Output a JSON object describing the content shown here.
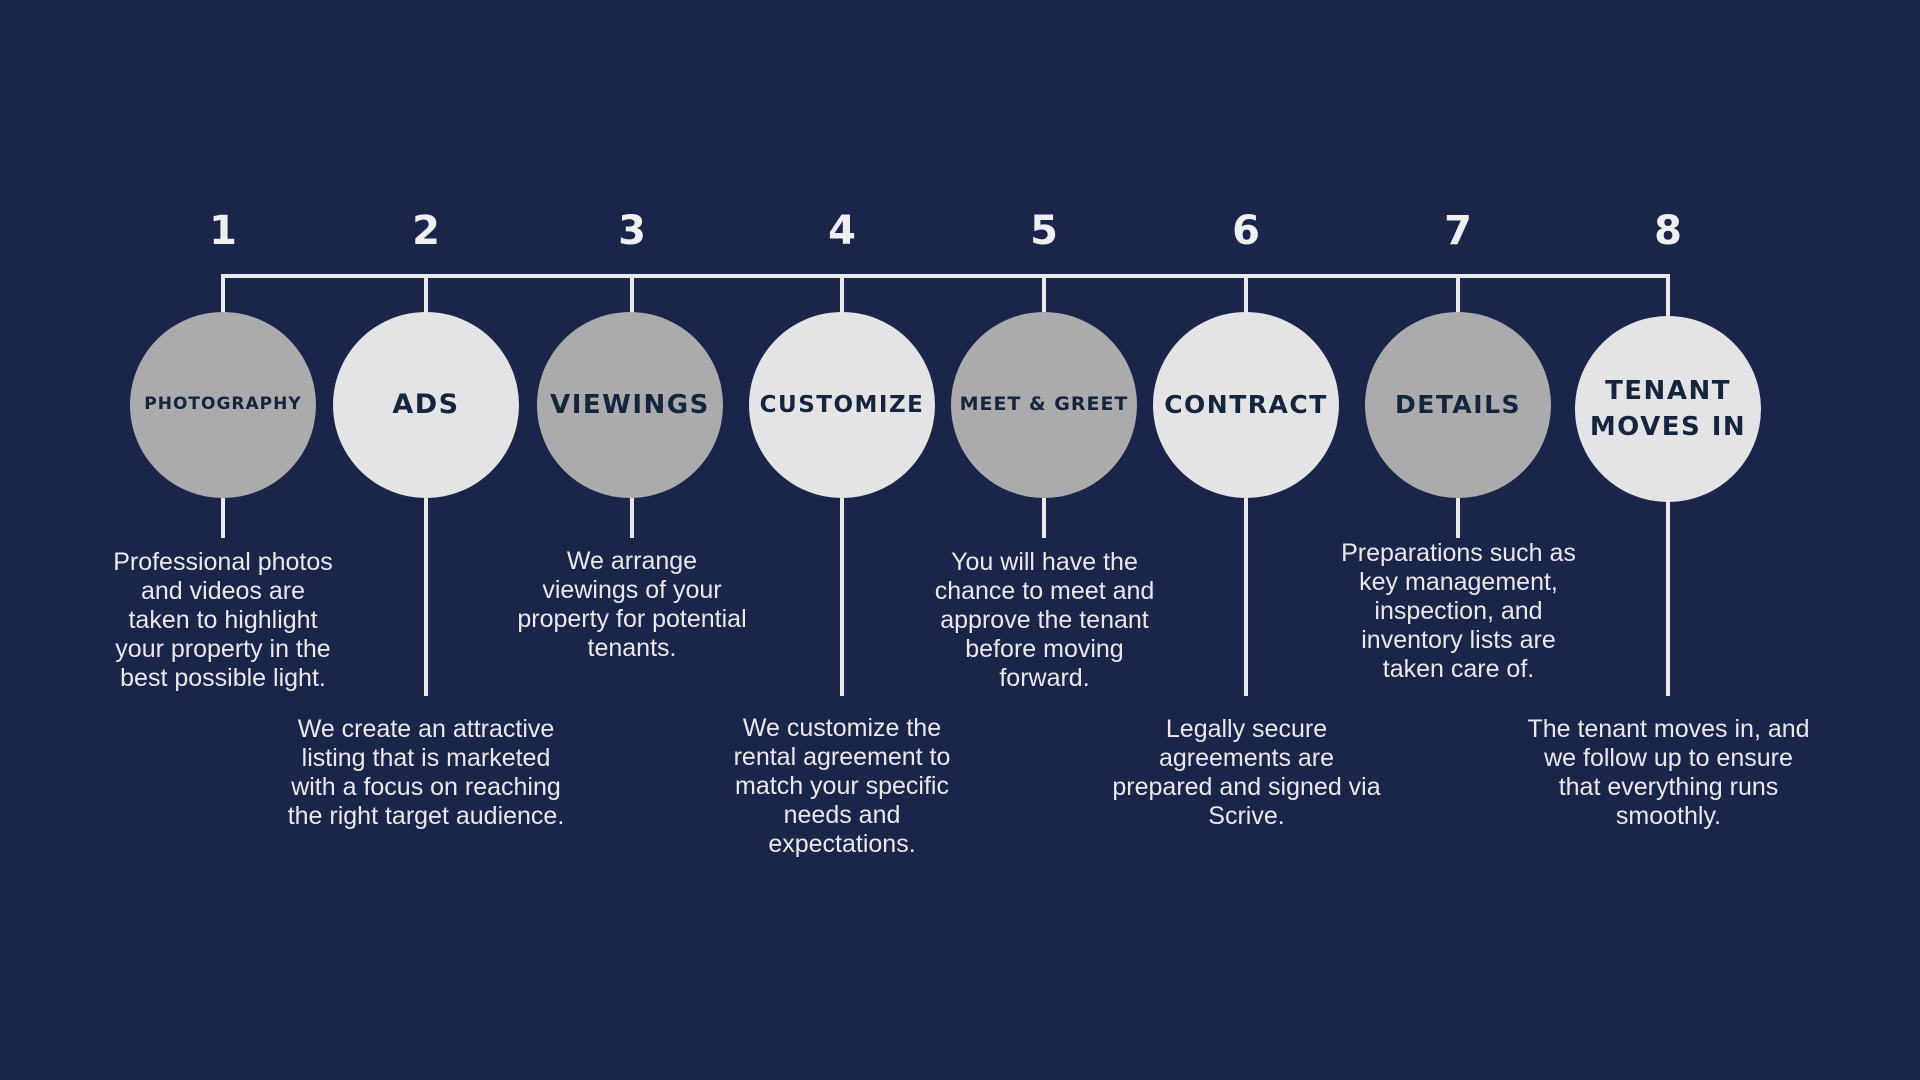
{
  "steps": [
    {
      "number": "1",
      "title": "PHOTOGRAPHY",
      "description": "Professional photos and videos are taken to highlight your property in the best possible light."
    },
    {
      "number": "2",
      "title": "ADS",
      "description": "We create an attractive listing that is marketed with a focus on reaching the right target audience."
    },
    {
      "number": "3",
      "title": "VIEWINGS",
      "description": "We arrange viewings of your property for potential tenants."
    },
    {
      "number": "4",
      "title": "CUSTOMIZE",
      "description": "We customize the rental agreement to match your specific needs and expectations."
    },
    {
      "number": "5",
      "title": "MEET & GREET",
      "description": "You will have the chance to meet and approve the tenant before moving forward."
    },
    {
      "number": "6",
      "title": "CONTRACT",
      "description": "Legally secure agreements are prepared and signed via Scrive."
    },
    {
      "number": "7",
      "title": "DETAILS",
      "description": "Preparations such as key management, inspection, and inventory lists are taken care of."
    },
    {
      "number": "8",
      "title": "TENANT MOVES IN",
      "description": "The tenant moves in, and we follow up to ensure that everything runs smoothly."
    }
  ],
  "colors": {
    "background": "#1a2549",
    "circle_dark": "#ababad",
    "circle_light": "#e4e4e6",
    "title_text": "#14253d",
    "line": "#e9e9ec"
  }
}
